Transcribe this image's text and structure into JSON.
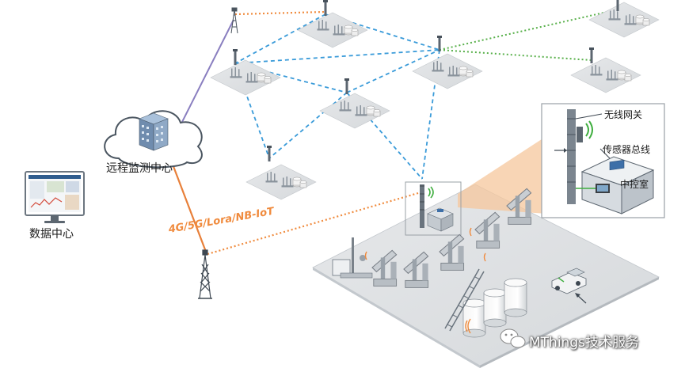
{
  "labels": {
    "data_center": "数据中心",
    "remote_monitoring_center": "远程监测中心",
    "protocols": "4G/5G/Lora/NB-IoT",
    "wireless_gateway": "无线网关",
    "sensor_bus": "传感器总线",
    "control_room": "中控室"
  },
  "watermark": {
    "text": "MThings技术服务"
  },
  "colors": {
    "cellular_link": "#f08a3c",
    "mesh_link": "#3a9bd9",
    "lpwan_link": "#58b04a",
    "backhaul_link": "#8a7fc0",
    "cloud_link": "#e8803a",
    "callout_fill": "#f6c79c"
  },
  "icons": {
    "cloud": "cloud-icon",
    "server": "server-icon",
    "monitor": "monitor-icon",
    "tower": "cell-tower-icon",
    "pumpjack": "pumpjack-icon",
    "tank": "storage-tank-icon",
    "truck": "pickup-truck-icon",
    "gateway": "wireless-gateway-icon",
    "control_room": "control-room-icon"
  }
}
